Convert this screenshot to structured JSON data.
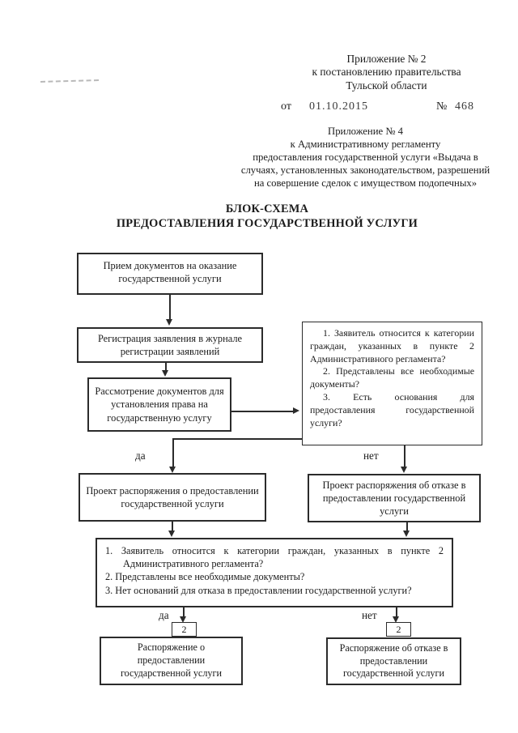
{
  "doc": {
    "appendix2": {
      "lines": [
        "Приложение № 2",
        "к постановлению правительства",
        "Тульской области"
      ]
    },
    "decree": {
      "from_label": "от",
      "date": "01.10.2015",
      "number_sign": "№",
      "number": "468"
    },
    "appendix4": {
      "lines": [
        "Приложение № 4",
        "к Административному регламенту",
        "предоставления государственной услуги «Выдача в",
        "случаях, установленных законодательством, разрешений",
        "на совершение сделок с имуществом подопечных»"
      ]
    },
    "title_lines": [
      "БЛОК-СХЕМА",
      "ПРЕДОСТАВЛЕНИЯ ГОСУДАРСТВЕННОЙ УСЛУГИ"
    ]
  },
  "flowchart": {
    "receive_box": "Прием документов на оказание государственной услуги",
    "register_box": "Регистрация заявления в журнале регистрации заявлений",
    "review_box": "Рассмотрение документов для установления права на государственную услугу",
    "decision1": {
      "items": [
        "1. Заявитель относится к категории граждан, указанных в пункте 2 Административного регламента?",
        "2. Представлены все необходимые документы?",
        "3. Есть основания для предоставления государственной услуги?"
      ]
    },
    "yes1": "да",
    "no1": "нет",
    "draft_grant_box": "Проект распоряжения о предоставлении государственной услуги",
    "draft_refusal_box": "Проект распоряжения об отказе в предоставлении государственной услуги",
    "decision2": {
      "items": [
        "1. Заявитель относится к категории граждан, указанных в пункте 2 Административного регламента?",
        "2. Представлены все необходимые документы?",
        "3. Нет оснований для отказа в предоставлении государственной услуги?"
      ]
    },
    "yes2": "да",
    "no2": "нет",
    "connector_left": "2",
    "connector_right": "2",
    "order_grant_box": "Распоряжение о предоставлении государственной услуги",
    "order_refusal_box": "Распоряжение об отказе в предоставлении государственной услуги"
  },
  "colors": {
    "ink": "#1b1b1b",
    "line": "#2b2b2b",
    "paper": "#ffffff"
  }
}
